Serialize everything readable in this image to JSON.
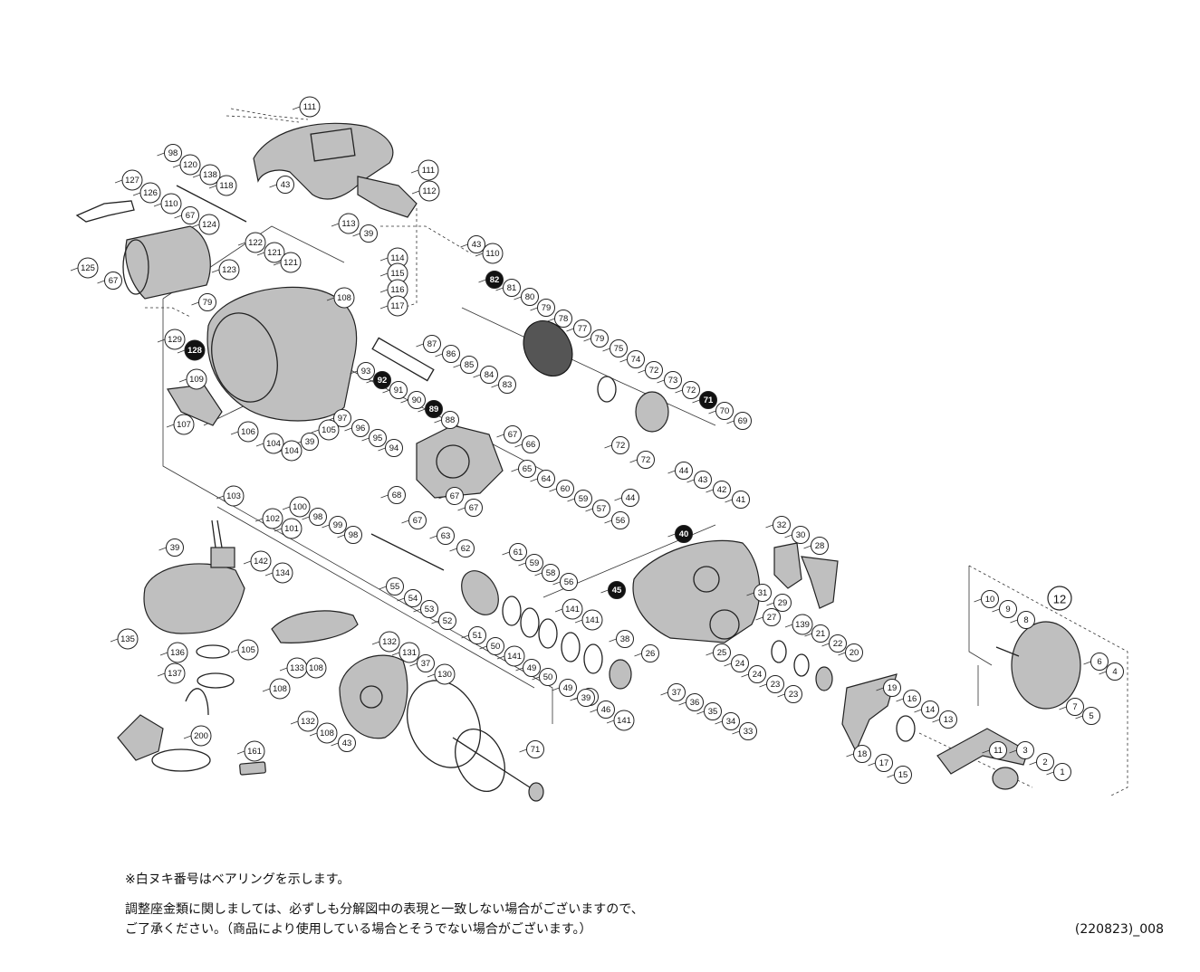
{
  "diagram": {
    "code": "(220823)_008",
    "notes": {
      "bearing": "※白ヌキ番号はベアリングを示します。",
      "shim_line1": "調整座金類に関しましては、必ずしも分解図中の表現と一致しない場合がございますので、",
      "shim_line2": "ご了承ください。（商品により使用している場合とそうでない場合がございます。）"
    },
    "bearing_callouts": [
      "82",
      "92",
      "89",
      "71",
      "40",
      "45",
      "37",
      "128"
    ],
    "assembly_callout": "12",
    "callouts": [
      "111",
      "43",
      "111",
      "112",
      "113",
      "39",
      "98",
      "120",
      "138",
      "118",
      "127",
      "126",
      "110",
      "67",
      "124",
      "125",
      "67",
      "122",
      "121",
      "121",
      "123",
      "79",
      "129",
      "128",
      "108",
      "114",
      "115",
      "116",
      "117",
      "43",
      "110",
      "82",
      "81",
      "80",
      "79",
      "78",
      "77",
      "79",
      "75",
      "74",
      "72",
      "73",
      "72",
      "71",
      "70",
      "69",
      "72",
      "72",
      "87",
      "86",
      "85",
      "84",
      "83",
      "93",
      "92",
      "91",
      "90",
      "89",
      "88",
      "97",
      "96",
      "95",
      "94",
      "109",
      "107",
      "106",
      "105",
      "104",
      "104",
      "39",
      "103",
      "102",
      "101",
      "100",
      "98",
      "99",
      "98",
      "67",
      "66",
      "65",
      "64",
      "68",
      "67",
      "67",
      "60",
      "59",
      "57",
      "56",
      "63",
      "62",
      "61",
      "59",
      "58",
      "56",
      "67",
      "44",
      "43",
      "42",
      "41",
      "44",
      "40",
      "32",
      "30",
      "28",
      "31",
      "29",
      "45",
      "27",
      "55",
      "54",
      "53",
      "52",
      "51",
      "50",
      "49",
      "50",
      "49",
      "47",
      "46",
      "141",
      "141",
      "141",
      "141",
      "39",
      "38",
      "26",
      "25",
      "24",
      "24",
      "23",
      "23",
      "139",
      "21",
      "22",
      "20",
      "19",
      "16",
      "14",
      "13",
      "18",
      "17",
      "15",
      "37",
      "36",
      "35",
      "34",
      "33",
      "10",
      "9",
      "8",
      "7",
      "6",
      "5",
      "4",
      "11",
      "3",
      "2",
      "1",
      "39",
      "142",
      "134",
      "135",
      "105",
      "108",
      "133",
      "108",
      "136",
      "137",
      "132",
      "131",
      "130",
      "37",
      "71",
      "132",
      "108",
      "43",
      "161",
      "200"
    ]
  }
}
